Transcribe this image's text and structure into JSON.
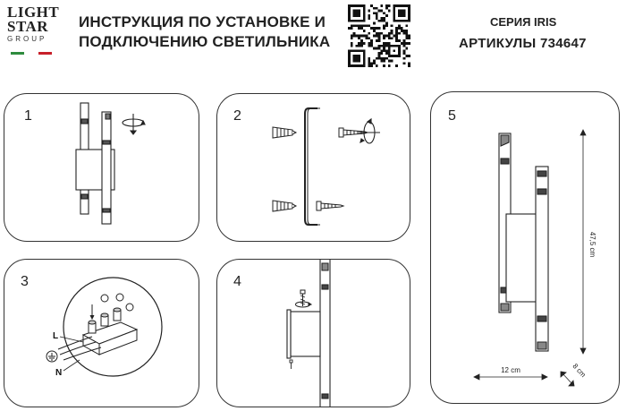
{
  "logo": {
    "line1": "LIGHT",
    "line2": "STAR",
    "line3": "GROUP",
    "flag_colors": [
      "#2e8b3e",
      "#ffffff",
      "#c8202a"
    ]
  },
  "header": {
    "title_line1": "ИНСТРУКЦИЯ ПО УСТАНОВКЕ И",
    "title_line2": "ПОДКЛЮЧЕНИЮ СВЕТИЛЬНИКА",
    "series": "СЕРИЯ IRIS",
    "article": "АРТИКУЛЫ 734647"
  },
  "qr": {
    "icon": "qr-code-icon"
  },
  "steps": [
    {
      "number": "1"
    },
    {
      "number": "2"
    },
    {
      "number": "3",
      "label_l": "L",
      "label_n": "N"
    },
    {
      "number": "4"
    },
    {
      "number": "5",
      "height_label": "47,5 cm",
      "width_label": "12 cm",
      "depth_label": "8 cm"
    }
  ]
}
